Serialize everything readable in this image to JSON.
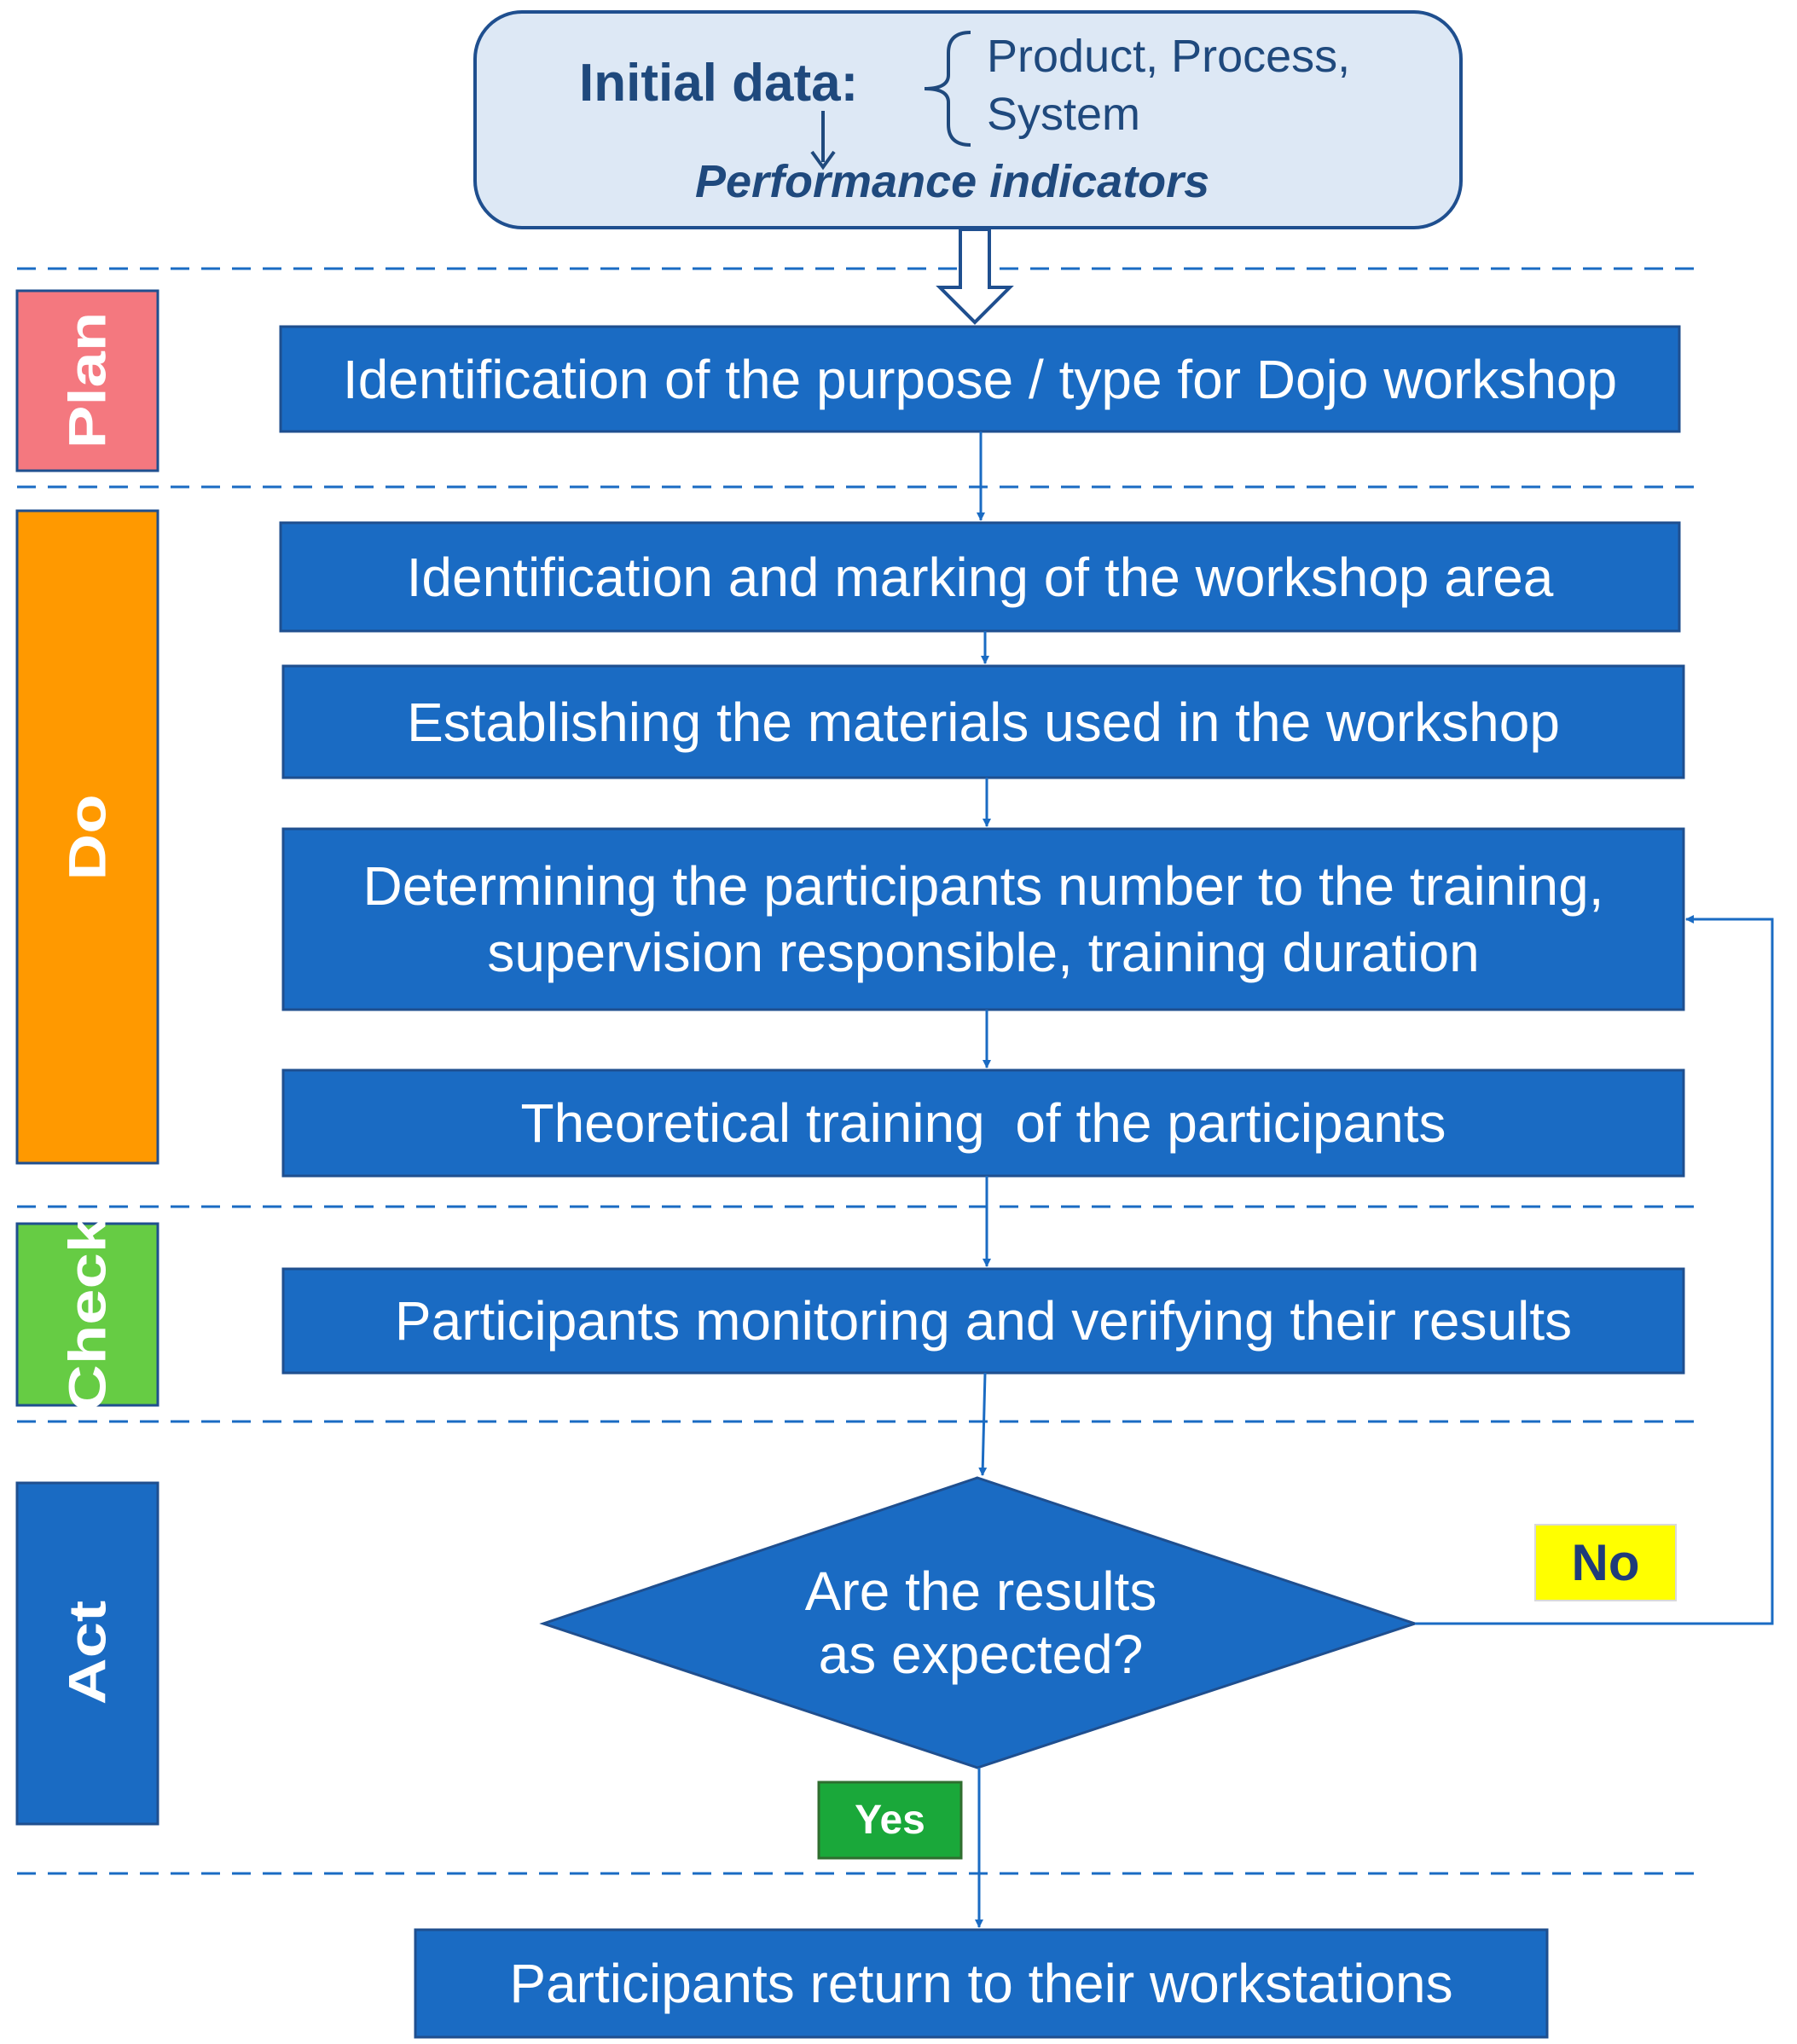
{
  "initial": {
    "title": "Initial data:",
    "items": [
      "Product, Process,",
      "System"
    ],
    "performance": "Performance indicators"
  },
  "phases": {
    "plan": {
      "label": "Plan",
      "color": "#f4787f"
    },
    "do": {
      "label": "Do",
      "color": "#ff9900"
    },
    "check": {
      "label": "Check",
      "color": "#66cc44"
    },
    "act": {
      "label": "Act",
      "color": "#1a6bc3"
    }
  },
  "steps": {
    "purpose": "Identification of the purpose / type for Dojo workshop",
    "area": "Identification and marking of the workshop area",
    "materials": "Establishing the materials used in the workshop",
    "participants_line1": "Determining the participants number to the training,",
    "participants_line2": "supervision responsible, training duration",
    "theory": "Theoretical training  of the participants",
    "monitoring": "Participants monitoring and verifying their results",
    "decision_line1": "Are the results",
    "decision_line2": "as expected?",
    "return": "Participants return to their workstations"
  },
  "branches": {
    "no": "No",
    "yes": "Yes"
  },
  "colors": {
    "box": "#1a6bc3",
    "box_border": "#1f4f8f",
    "initial_fill": "#dde8f5",
    "text_dark": "#1f497d",
    "no_badge": "#ffff00",
    "yes_badge": "#1aa83a"
  }
}
